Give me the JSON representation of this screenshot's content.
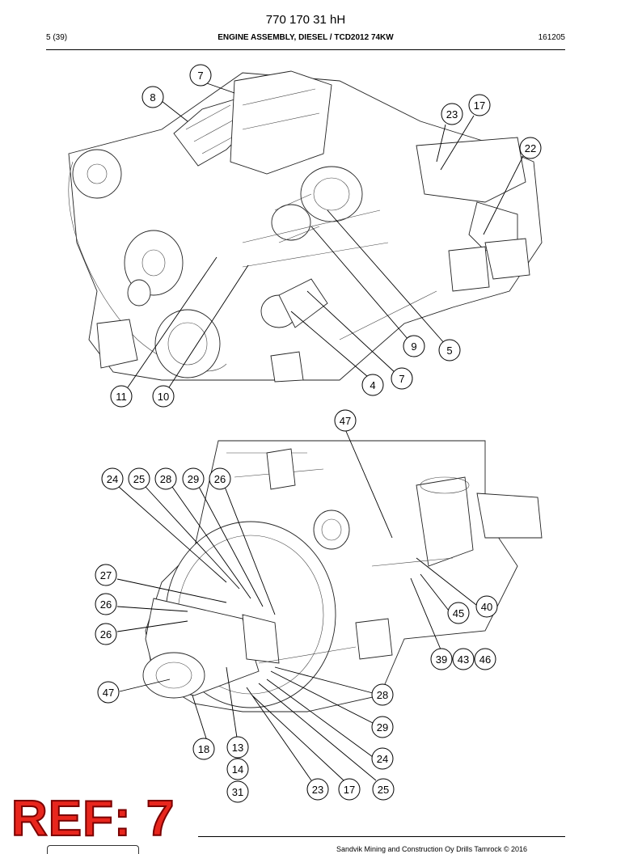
{
  "header": {
    "doc_number": "770 170 31 hH",
    "page": "5 (39)",
    "title": "ENGINE ASSEMBLY, DIESEL / TCD2012 74KW",
    "date_code": "161205"
  },
  "stamp": {
    "text": "REF: 7",
    "color": "#e8261d"
  },
  "footer": {
    "text": "Sandvik Mining and Construction Oy Drills Tamrock © 2016"
  },
  "view_top": {
    "callouts": [
      "7",
      "8",
      "23",
      "17",
      "22",
      "9",
      "5",
      "7",
      "4",
      "11",
      "10"
    ]
  },
  "view_bottom": {
    "callouts": [
      "47",
      "24",
      "25",
      "28",
      "29",
      "26",
      "27",
      "26",
      "26",
      "47",
      "40",
      "45",
      "39",
      "43",
      "46",
      "28",
      "29",
      "24",
      "18",
      "13",
      "14",
      "31",
      "23",
      "17",
      "25"
    ]
  }
}
